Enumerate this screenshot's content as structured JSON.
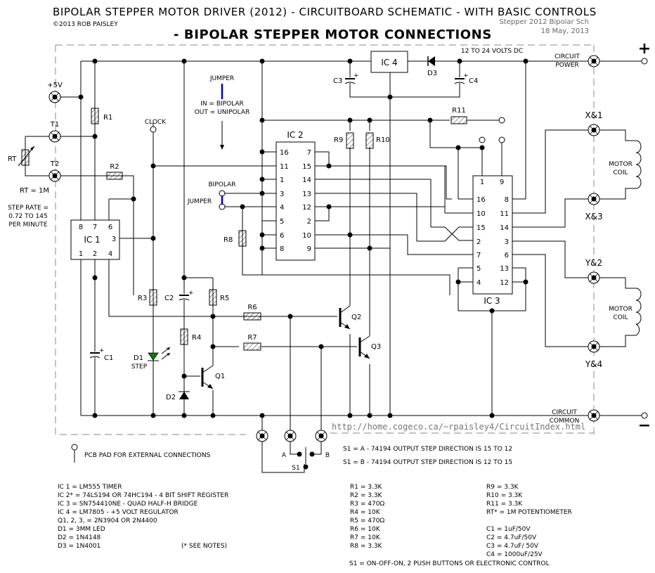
{
  "header": {
    "title": "BIPOLAR STEPPER MOTOR DRIVER (2012)  -  CIRCUITBOARD SCHEMATIC - WITH BASIC CONTROLS",
    "copyright": "©2013 ROB PAISLEY",
    "subtitle": "- BIPOLAR STEPPER MOTOR CONNECTIONS",
    "file_name": "Stepper 2012 Bipolar Sch",
    "date": "18 May, 2013"
  },
  "supply": {
    "voltage_label": "12 TO 24 VOLTS DC",
    "power_label_1": "CIRCUIT",
    "power_label_2": "POWER",
    "common_label_1": "CIRCUIT",
    "common_label_2": "COMMON",
    "plus": "+",
    "minus": "−"
  },
  "labels": {
    "plus5v": "+5V",
    "t1": "T1",
    "t2": "T2",
    "rt": "RT",
    "rt_value": "RT = 1M",
    "step_rate_1": "STEP RATE =",
    "step_rate_2": "0.72 TO 145",
    "step_rate_3": "PER MINUTE",
    "clock": "CLOCK",
    "jumper_top": "JUMPER",
    "jumper_in": "IN = BIPOLAR",
    "jumper_out": "OUT = UNIPOLAR",
    "bipolar": "BIPOLAR",
    "jumper": "JUMPER",
    "d1_step": "STEP",
    "motor_coil_1": "MOTOR",
    "motor_coil_2": "COIL",
    "x1": "X&1",
    "x3": "X&3",
    "y2": "Y&2",
    "y4": "Y&4",
    "switch_a": "A",
    "switch_b": "B",
    "s1": "S1",
    "url": "http://home.cogeco.ca/~rpaisley4/CircuitIndex.html",
    "pcb_pad_legend": "PCB PAD FOR EXTERNAL CONNECTIONS"
  },
  "components": {
    "R1": "R1",
    "R2": "R2",
    "R3": "R3",
    "R4": "R4",
    "R5": "R5",
    "R6": "R6",
    "R7": "R7",
    "R8": "R8",
    "R9": "R9",
    "R10": "R10",
    "R11": "R11",
    "C1": "C1",
    "C2": "C2",
    "C3": "C3",
    "C4": "C4",
    "D1": "D1",
    "D2": "D2",
    "D3": "D3",
    "Q1": "Q1",
    "Q2": "Q2",
    "Q3": "Q3",
    "IC1": "IC 1",
    "IC2": "IC 2",
    "IC3": "IC 3",
    "IC4": "IC 4"
  },
  "ic1_pins": {
    "p8": "8",
    "p7": "7",
    "p6": "6",
    "p3": "3",
    "p1": "1",
    "p2": "2",
    "p4": "4"
  },
  "ic2_pins": {
    "left": [
      "16",
      "11",
      "1",
      "3",
      "4",
      "5",
      "6",
      "8"
    ],
    "right": [
      "7",
      "15",
      "14",
      "13",
      "12",
      "2",
      "10",
      "9"
    ]
  },
  "ic3_pins": {
    "top": [
      "1",
      "9"
    ],
    "left": [
      "16",
      "10",
      "15",
      "2",
      "7",
      "5",
      "4"
    ],
    "right": [
      "8",
      "11",
      "14",
      "3",
      "6",
      "13",
      "12"
    ]
  },
  "direction_notes": [
    "S1 = A - 74194 OUTPUT  STEP  DIRECTION IS  15 TO  12",
    "S1 = B - 74194 OUTPUT  STEP  DIRECTION  IS  12 TO  15"
  ],
  "parts_list_left": [
    "IC 1 = LM555 TIMER",
    "IC 2* = 74LS194 OR 74HC194 - 4 BIT SHIFT REGISTER",
    "IC 3 = SN754410NE - QUAD HALF-H BRIDGE",
    "IC 4 = LM7805 - +5 VOLT REGULATOR",
    "Q1, 2, 3, = 2N3904 OR 2N4400",
    "D1 = 3MM LED",
    "D2 = 1N4148",
    "D3 = 1N4001"
  ],
  "see_notes": "(* SEE NOTES)",
  "resistor_list_1": [
    "R1 = 3.3K",
    "R2 = 3.3K",
    "R3 = 470Ω",
    "R4 = 10K",
    "R5 = 470Ω",
    "R6 = 10K",
    "R7 = 10K",
    "R8 = 3.3K"
  ],
  "resistor_list_2": [
    "R9 = 3.3K",
    "R10 = 3.3K",
    "R11 = 3.3K",
    "RT* = 1M POTENTIOMETER"
  ],
  "capacitor_list": [
    "C1 = 1uF/50V",
    "C2 = 4.7uF/50V",
    "C3 = 4.7uF/ 50V",
    "C4 = 1000uF/25V"
  ],
  "switch_note": "S1 = ON-OFF-ON,  2 PUSH BUTTONS  OR  ELECTRONIC CONTROL",
  "colors": {
    "jumper": "#0000cc",
    "led": "#008000",
    "border_dash": "#888888",
    "url_text": "#777777"
  }
}
